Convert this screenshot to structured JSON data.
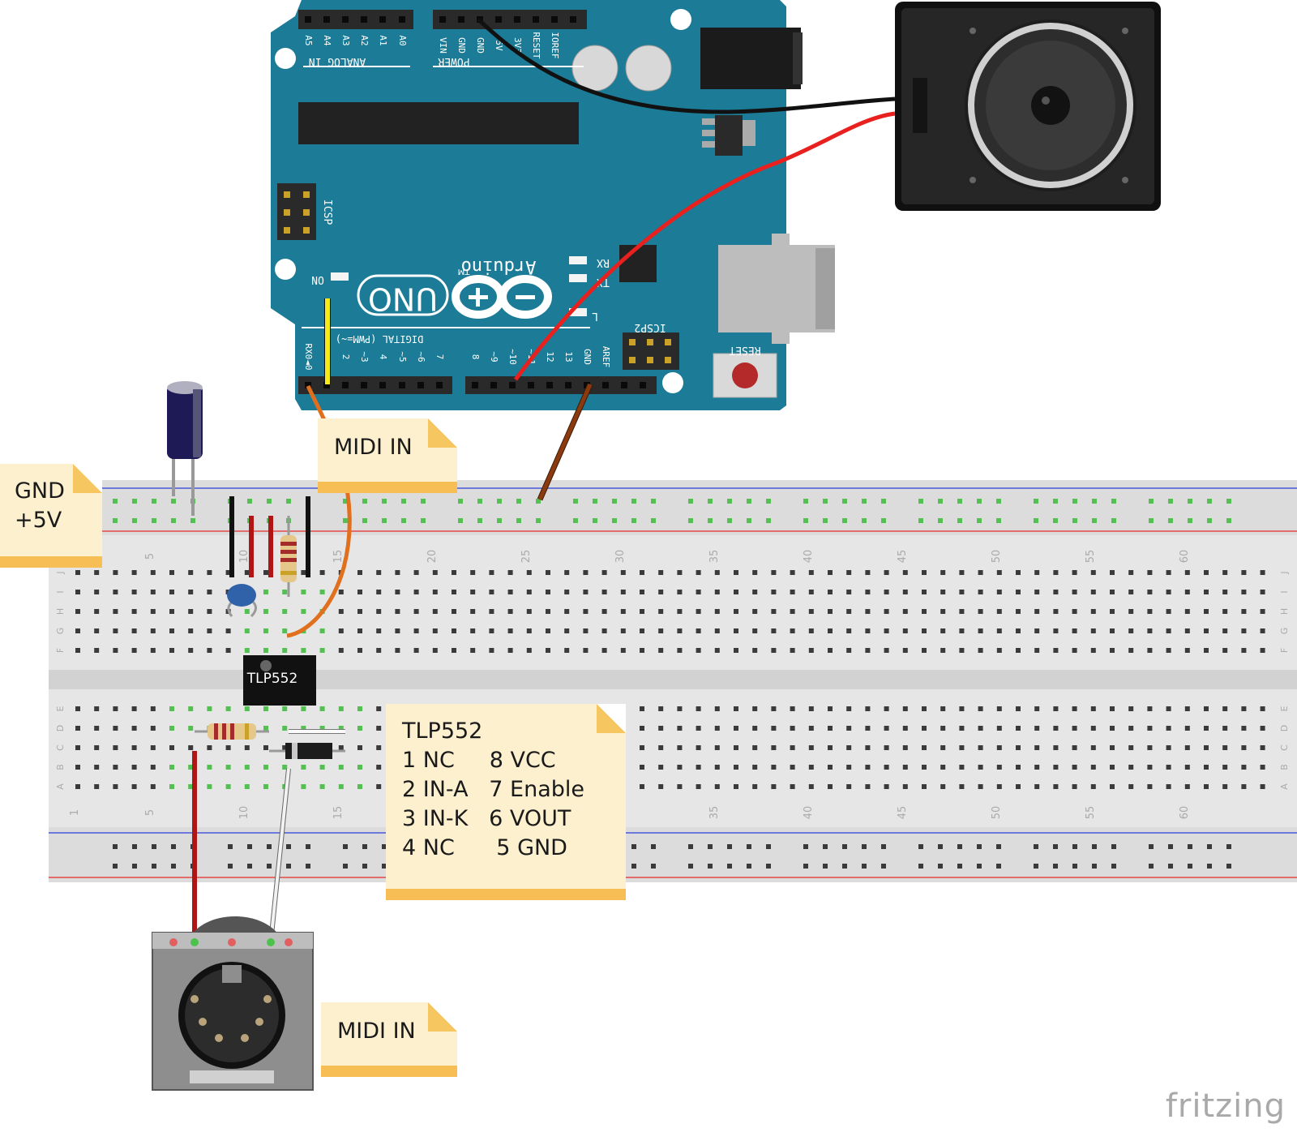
{
  "arduino": {
    "model_logo": "UNO",
    "brand_name": "Arduino",
    "trademark": "TM",
    "header_analog_label": "ANALOG IN",
    "header_power_label": "POWER",
    "header_digital_label": "DIGITAL (PWM=~)",
    "icsp_label": "ICSP",
    "icsp2_label": "ICSP2",
    "reset_label": "RESET",
    "on_label": "ON",
    "tx_label": "TX",
    "rx_label": "RX",
    "l_label": "L",
    "analog_pins": [
      "A5",
      "A4",
      "A3",
      "A2",
      "A1",
      "A0"
    ],
    "power_pins": [
      "VIN",
      "GND",
      "GND",
      "5V",
      "3V3",
      "RESET",
      "IOREF"
    ],
    "digital_pins_low": [
      "RX0◄0",
      "TX0►1",
      "2",
      "~3",
      "4",
      "~5",
      "~6",
      "7"
    ],
    "digital_pins_high": [
      "8",
      "~9",
      "~10",
      "~11",
      "12",
      "13",
      "GND",
      "AREF"
    ]
  },
  "ic": {
    "label": "TLP552"
  },
  "breadboard": {
    "column_labels": [
      "1",
      "5",
      "10",
      "15",
      "20",
      "25",
      "30",
      "35",
      "40",
      "45",
      "50",
      "55",
      "60"
    ],
    "row_labels_top": [
      "J",
      "I",
      "H",
      "G",
      "F"
    ],
    "row_labels_bottom": [
      "E",
      "D",
      "C",
      "B",
      "A"
    ]
  },
  "notes": {
    "gnd_5v": "GND\n+5V",
    "midi_in_top": "MIDI IN",
    "tlp552": "TLP552\n1 NC     8 VCC\n2 IN-A   7 Enable\n3 IN-K   6 VOUT\n4 NC      5 GND",
    "midi_in_bottom": "MIDI IN"
  },
  "brand": {
    "text": "fritzing"
  },
  "colors": {
    "arduino_blue": "#1c7b96",
    "breadboard": "#e6e6e6",
    "rail_red": "#e52b2b",
    "rail_blue": "#2a3ed8",
    "wire_black": "#111111",
    "wire_red": "#e8201e",
    "wire_orange": "#e0701e",
    "wire_brown": "#8b3a10",
    "wire_yellow": "#f5ea1b",
    "note_fill": "#fdf0cf",
    "note_band": "#f6be54"
  }
}
